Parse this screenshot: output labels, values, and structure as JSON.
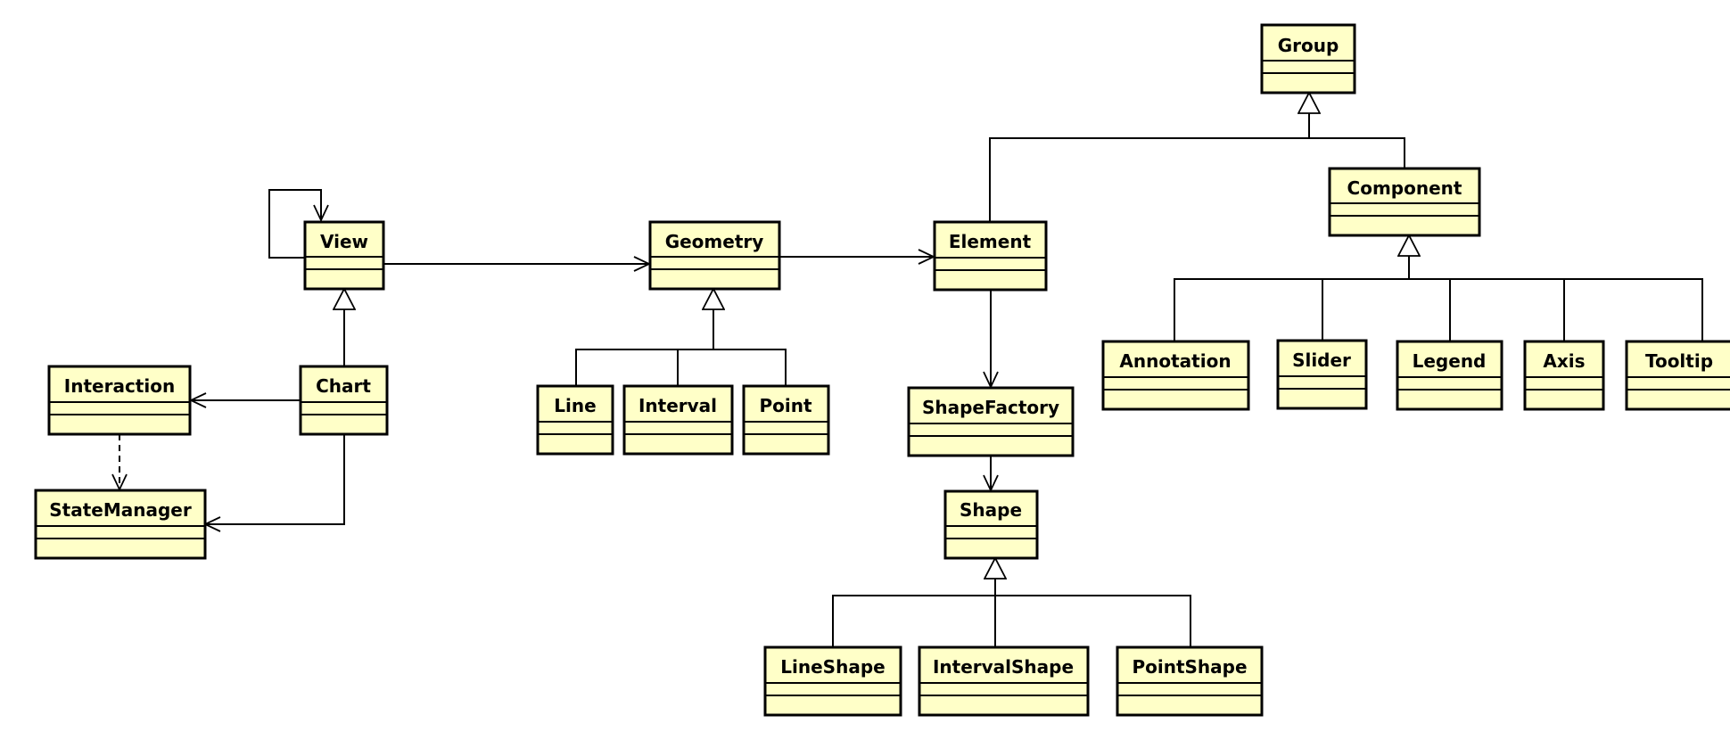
{
  "colors": {
    "class_fill": "#ffffc8",
    "stroke": "#000000",
    "background": "#ffffff"
  },
  "classes": {
    "group": "Group",
    "component": "Component",
    "view": "View",
    "geometry": "Geometry",
    "element": "Element",
    "annotation": "Annotation",
    "slider": "Slider",
    "legend": "Legend",
    "axis": "Axis",
    "tooltip": "Tooltip",
    "interaction": "Interaction",
    "chart": "Chart",
    "line": "Line",
    "interval": "Interval",
    "point": "Point",
    "shape_factory": "ShapeFactory",
    "state_manager": "StateManager",
    "shape": "Shape",
    "line_shape": "LineShape",
    "interval_shape": "IntervalShape",
    "point_shape": "PointShape"
  },
  "relations": [
    {
      "from": "View",
      "to": "View",
      "type": "composition"
    },
    {
      "from": "View",
      "to": "Geometry",
      "type": "composition"
    },
    {
      "from": "Geometry",
      "to": "Element",
      "type": "composition"
    },
    {
      "from": "Chart",
      "to": "Interaction",
      "type": "composition"
    },
    {
      "from": "Chart",
      "to": "View",
      "type": "generalization"
    },
    {
      "from": "Chart",
      "to": "StateManager",
      "type": "association"
    },
    {
      "from": "Interaction",
      "to": "StateManager",
      "type": "dependency"
    },
    {
      "from": "Line",
      "to": "Geometry",
      "type": "generalization"
    },
    {
      "from": "Interval",
      "to": "Geometry",
      "type": "generalization"
    },
    {
      "from": "Point",
      "to": "Geometry",
      "type": "generalization"
    },
    {
      "from": "Element",
      "to": "Group",
      "type": "generalization"
    },
    {
      "from": "Component",
      "to": "Group",
      "type": "generalization"
    },
    {
      "from": "Annotation",
      "to": "Component",
      "type": "generalization"
    },
    {
      "from": "Slider",
      "to": "Component",
      "type": "generalization"
    },
    {
      "from": "Legend",
      "to": "Component",
      "type": "generalization"
    },
    {
      "from": "Axis",
      "to": "Component",
      "type": "generalization"
    },
    {
      "from": "Tooltip",
      "to": "Component",
      "type": "generalization"
    },
    {
      "from": "Element",
      "to": "ShapeFactory",
      "type": "association"
    },
    {
      "from": "ShapeFactory",
      "to": "Shape",
      "type": "association"
    },
    {
      "from": "LineShape",
      "to": "Shape",
      "type": "generalization"
    },
    {
      "from": "IntervalShape",
      "to": "Shape",
      "type": "generalization"
    },
    {
      "from": "PointShape",
      "to": "Shape",
      "type": "generalization"
    }
  ]
}
